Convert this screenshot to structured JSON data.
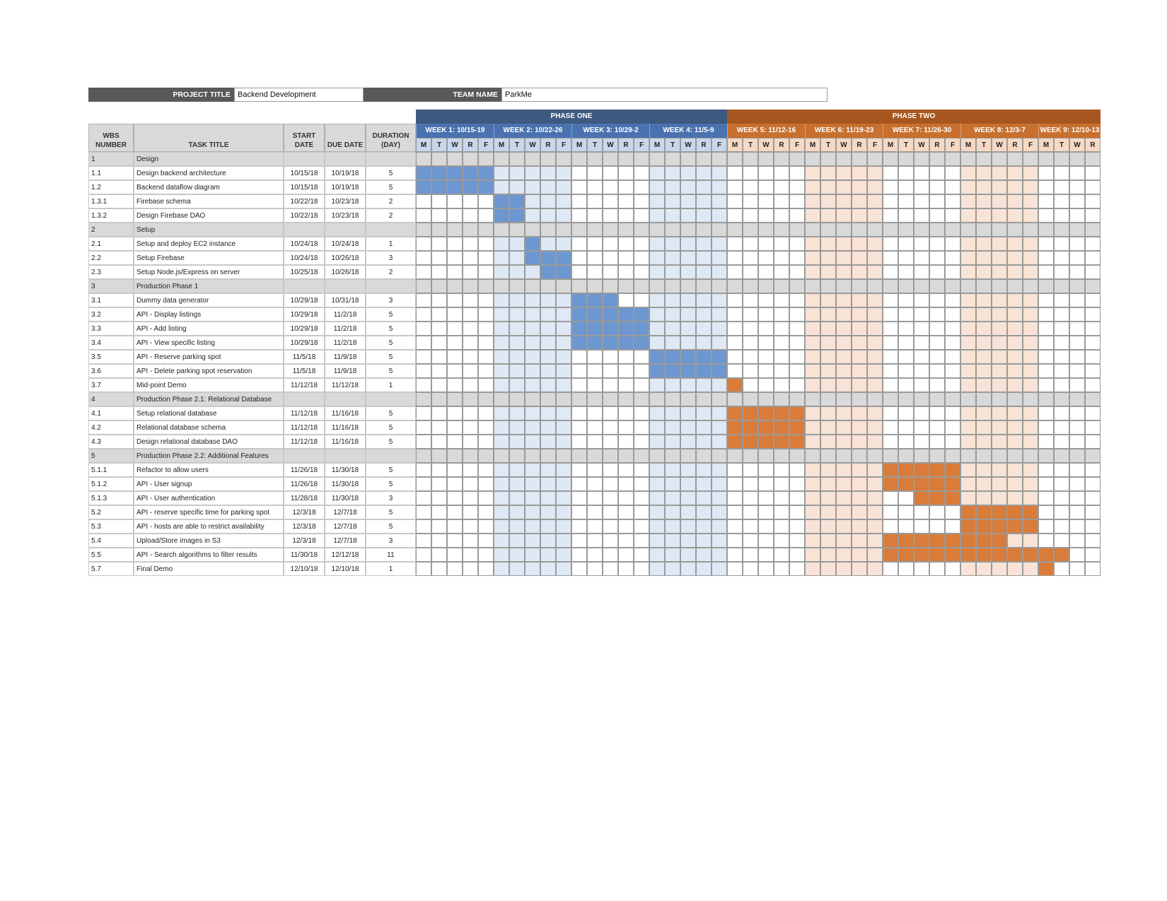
{
  "header": {
    "project_title_label": "PROJECT TITLE",
    "project_title_value": "Backend Development",
    "team_name_label": "TEAM NAME",
    "team_name_value": "ParkMe"
  },
  "columns": {
    "wbs": "WBS NUMBER",
    "task": "TASK TITLE",
    "start": "START DATE",
    "due": "DUE DATE",
    "duration": "DURATION (DAY)"
  },
  "phases": [
    {
      "label": "PHASE ONE",
      "color": "#3d5a80",
      "weeks": 4
    },
    {
      "label": "PHASE TWO",
      "color": "#a8561f",
      "weeks": 5
    }
  ],
  "weeks": [
    {
      "label": "WEEK 1: 10/15-19",
      "phase": 0,
      "days": 5
    },
    {
      "label": "WEEK 2: 10/22-26",
      "phase": 0,
      "days": 5
    },
    {
      "label": "WEEK 3: 10/29-2",
      "phase": 0,
      "days": 5
    },
    {
      "label": "WEEK 4: 11/5-9",
      "phase": 0,
      "days": 5
    },
    {
      "label": "WEEK 5: 11/12-16",
      "phase": 1,
      "days": 5
    },
    {
      "label": "WEEK 6: 11/19-23",
      "phase": 1,
      "days": 5
    },
    {
      "label": "WEEK 7: 11/26-30",
      "phase": 1,
      "days": 5
    },
    {
      "label": "WEEK 8: 12/3-7",
      "phase": 1,
      "days": 5
    },
    {
      "label": "WEEK 9: 12/10-13",
      "phase": 1,
      "days": 4
    }
  ],
  "day_letters": [
    "M",
    "T",
    "W",
    "R",
    "F"
  ],
  "colors": {
    "phase_one_week": "#4a72b0",
    "phase_two_week": "#c8702e",
    "phase_one_day_bg": "#c9d7ec",
    "phase_two_day_bg": "#f6d9c4",
    "phase_one_fill": "#6d97d0",
    "phase_two_fill": "#d97c3a",
    "phase_one_shade": "#dfe8f5",
    "phase_two_shade": "#f8e3d6",
    "phase_row_bg": "#d9d9d9"
  },
  "rows": [
    {
      "wbs": "1",
      "title": "Design",
      "phase_row": true
    },
    {
      "wbs": "1.1",
      "title": "Design backend architecture",
      "start": "10/15/18",
      "due": "10/19/18",
      "duration": "5",
      "from": 0,
      "len": 5
    },
    {
      "wbs": "1.2",
      "title": "Backend dataflow diagram",
      "start": "10/15/18",
      "due": "10/19/18",
      "duration": "5",
      "from": 0,
      "len": 5
    },
    {
      "wbs": "1.3.1",
      "title": "Firebase schema",
      "start": "10/22/18",
      "due": "10/23/18",
      "duration": "2",
      "from": 5,
      "len": 2
    },
    {
      "wbs": "1.3.2",
      "title": "Design Firebase DAO",
      "start": "10/22/18",
      "due": "10/23/18",
      "duration": "2",
      "from": 5,
      "len": 2
    },
    {
      "wbs": "2",
      "title": "Setup",
      "phase_row": true
    },
    {
      "wbs": "2.1",
      "title": "Setup and deploy EC2 instance",
      "start": "10/24/18",
      "due": "10/24/18",
      "duration": "1",
      "from": 7,
      "len": 1
    },
    {
      "wbs": "2.2",
      "title": "Setup Firebase",
      "start": "10/24/18",
      "due": "10/26/18",
      "duration": "3",
      "from": 7,
      "len": 3
    },
    {
      "wbs": "2.3",
      "title": "Setup Node.js/Express on server",
      "start": "10/25/18",
      "due": "10/26/18",
      "duration": "2",
      "from": 8,
      "len": 2
    },
    {
      "wbs": "3",
      "title": "Production Phase 1",
      "phase_row": true
    },
    {
      "wbs": "3.1",
      "title": "Dummy data generator",
      "start": "10/29/18",
      "due": "10/31/18",
      "duration": "3",
      "from": 10,
      "len": 3
    },
    {
      "wbs": "3.2",
      "title": "API - Display listings",
      "start": "10/29/18",
      "due": "11/2/18",
      "duration": "5",
      "from": 10,
      "len": 5
    },
    {
      "wbs": "3.3",
      "title": "API - Add listing",
      "start": "10/29/18",
      "due": "11/2/18",
      "duration": "5",
      "from": 10,
      "len": 5
    },
    {
      "wbs": "3.4",
      "title": "API - View specific listing",
      "start": "10/29/18",
      "due": "11/2/18",
      "duration": "5",
      "from": 10,
      "len": 5
    },
    {
      "wbs": "3.5",
      "title": "API - Reserve parking spot",
      "start": "11/5/18",
      "due": "11/9/18",
      "duration": "5",
      "from": 15,
      "len": 5
    },
    {
      "wbs": "3.6",
      "title": "API - Delete parking spot reservation",
      "start": "11/5/18",
      "due": "11/9/18",
      "duration": "5",
      "from": 15,
      "len": 5
    },
    {
      "wbs": "3.7",
      "title": "Mid-point Demo",
      "start": "11/12/18",
      "due": "11/12/18",
      "duration": "1",
      "from": 20,
      "len": 1
    },
    {
      "wbs": "4",
      "title": "Production Phase 2.1: Relational Database",
      "phase_row": true
    },
    {
      "wbs": "4.1",
      "title": "Setup relational database",
      "start": "11/12/18",
      "due": "11/16/18",
      "duration": "5",
      "from": 20,
      "len": 5
    },
    {
      "wbs": "4.2",
      "title": "Relational database schema",
      "start": "11/12/18",
      "due": "11/16/18",
      "duration": "5",
      "from": 20,
      "len": 5
    },
    {
      "wbs": "4.3",
      "title": "Design relational database DAO",
      "start": "11/12/18",
      "due": "11/16/18",
      "duration": "5",
      "from": 20,
      "len": 5
    },
    {
      "wbs": "5",
      "title": "Production Phase 2.2: Additional Features",
      "phase_row": true
    },
    {
      "wbs": "5.1.1",
      "title": "Refactor to allow users",
      "start": "11/26/18",
      "due": "11/30/18",
      "duration": "5",
      "from": 30,
      "len": 5
    },
    {
      "wbs": "5.1.2",
      "title": "API - User signup",
      "start": "11/26/18",
      "due": "11/30/18",
      "duration": "5",
      "from": 30,
      "len": 5
    },
    {
      "wbs": "5.1.3",
      "title": "API - User authentication",
      "start": "11/28/18",
      "due": "11/30/18",
      "duration": "3",
      "from": 32,
      "len": 3
    },
    {
      "wbs": "5.2",
      "title": "API - reserve specific time for parking spot",
      "start": "12/3/18",
      "due": "12/7/18",
      "duration": "5",
      "from": 35,
      "len": 5
    },
    {
      "wbs": "5.3",
      "title": "API - hosts are able to restrict availability",
      "start": "12/3/18",
      "due": "12/7/18",
      "duration": "5",
      "from": 35,
      "len": 5
    },
    {
      "wbs": "5.4",
      "title": "Upload/Store images in S3",
      "start": "12/3/18",
      "due": "12/7/18",
      "duration": "3",
      "from": 35,
      "len": 3,
      "extra_from": 30,
      "extra_len": 5
    },
    {
      "wbs": "5.5",
      "title": "API - Search algorithms to filter results",
      "start": "11/30/18",
      "due": "12/12/18",
      "duration": "11",
      "from": 30,
      "len": 12
    },
    {
      "wbs": "5.7",
      "title": "Final Demo",
      "start": "12/10/18",
      "due": "12/10/18",
      "duration": "1",
      "from": 40,
      "len": 1
    }
  ]
}
